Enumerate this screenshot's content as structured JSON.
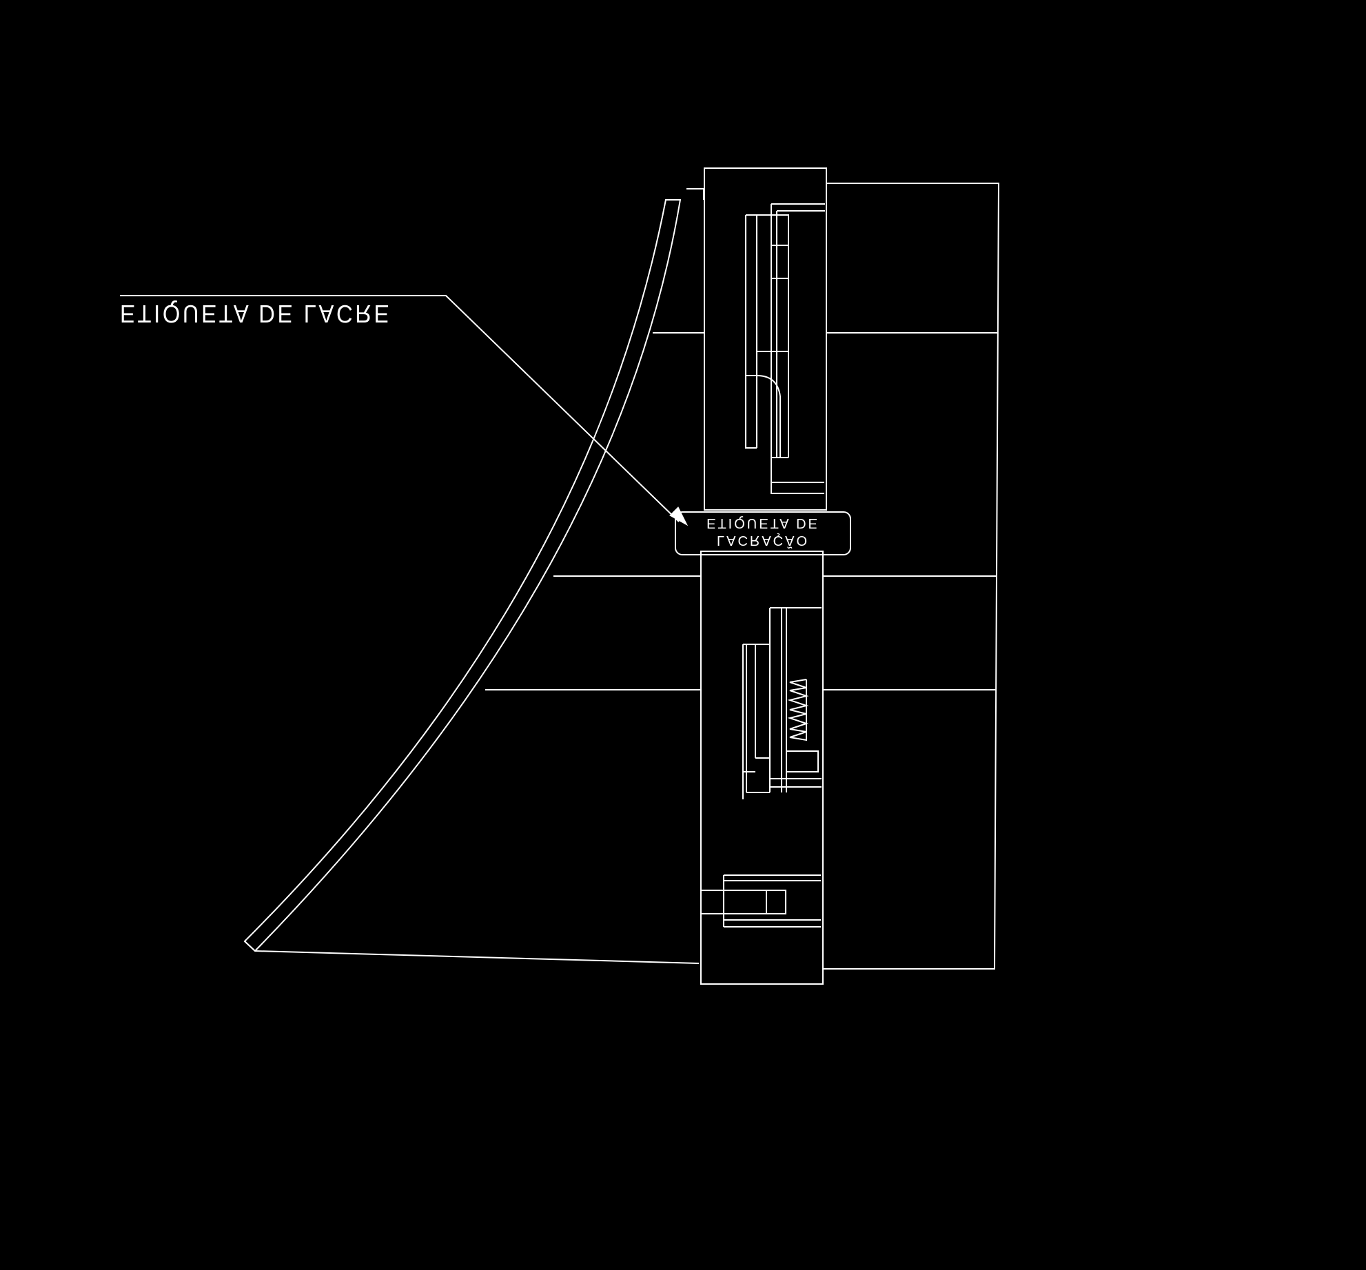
{
  "colors": {
    "background": "#000000",
    "stroke": "#ffffff"
  },
  "callout": {
    "text": "ETIQUETA DE LACRE"
  },
  "label_box": {
    "line1": "LACRAÇÃO",
    "line2": "ETIQUETA DE"
  }
}
